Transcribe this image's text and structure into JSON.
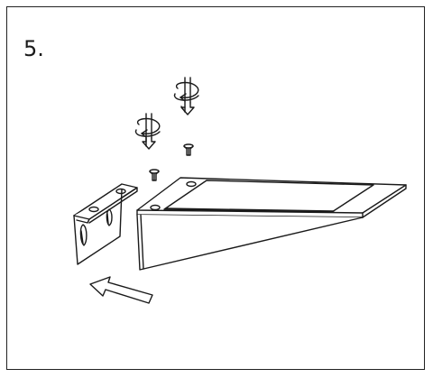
{
  "step": {
    "number": "5."
  },
  "diagram": {
    "stroke_color": "#1a1a1a",
    "fill_color": "#ffffff",
    "components": [
      "mounting-bracket",
      "shelf-arm",
      "screw",
      "screw",
      "rotate-screw-icon",
      "rotate-screw-icon",
      "insert-direction-arrow"
    ]
  }
}
